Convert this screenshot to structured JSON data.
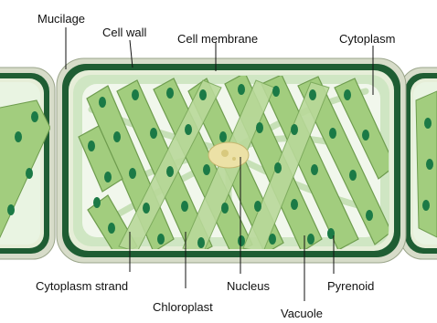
{
  "labels": {
    "mucilage": "Mucilage",
    "cell_wall": "Cell wall",
    "cell_membrane": "Cell membrane",
    "cytoplasm": "Cytoplasm",
    "cytoplasm_strand": "Cytoplasm strand",
    "chloroplast": "Chloroplast",
    "nucleus": "Nucleus",
    "vacuole": "Vacuole",
    "pyrenoid": "Pyrenoid"
  },
  "colors": {
    "cell_wall": "#1f5d33",
    "membrane": "#e6eed8",
    "cytoplasm": "#cfe6c3",
    "vacuole": "#f1f7ec",
    "chloroplast": "#a2cd7e",
    "chloroplast_edge": "#6e9c4e",
    "pyrenoid": "#1b7a46",
    "nucleus": "#ece1a6",
    "mucilage": "#d7dcc9"
  }
}
